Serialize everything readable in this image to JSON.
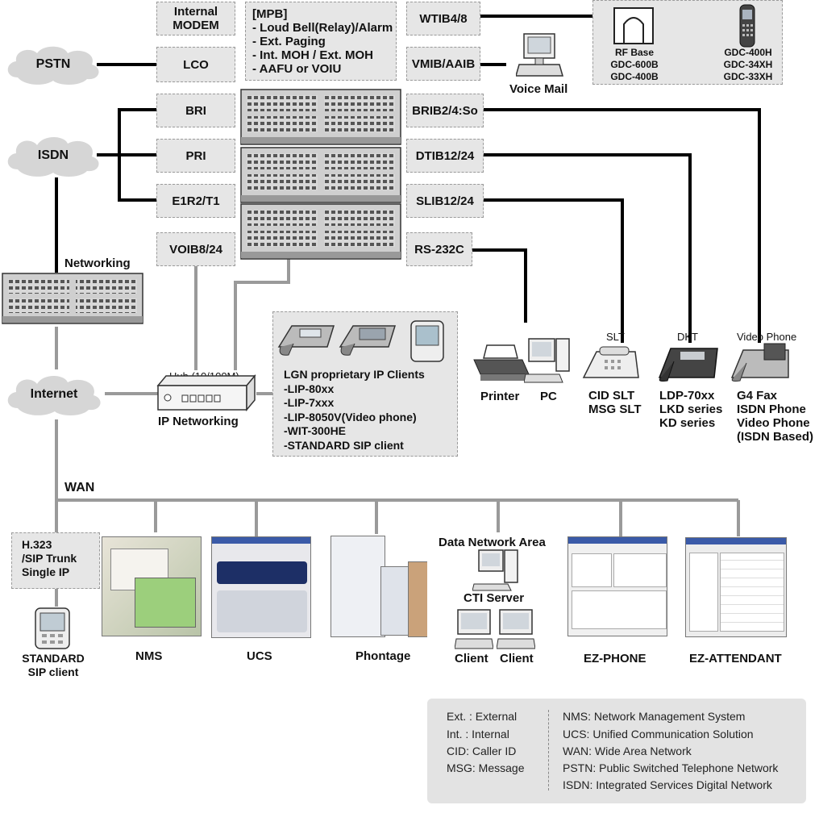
{
  "top": {
    "internal_modem": [
      "Internal",
      "MODEM"
    ],
    "mpb": [
      "[MPB]",
      "- Loud Bell(Relay)/Alarm",
      "- Ext. Paging",
      "- Int. MOH / Ext. MOH",
      "- AAFU or VOIU"
    ],
    "wtib": "WTIB4/8",
    "vmib": "VMIB/AAIB",
    "voice_mail": "Voice Mail",
    "dect": {
      "rf_base": [
        "RF Base",
        "GDC-600B",
        "GDC-400B"
      ],
      "handsets": [
        "GDC-400H",
        "GDC-34XH",
        "GDC-33XH"
      ]
    }
  },
  "clouds": {
    "pstn": "PSTN",
    "isdn": "ISDN",
    "internet": "Internet"
  },
  "left_cards": {
    "lco": "LCO",
    "bri": "BRI",
    "pri": "PRI",
    "e1r2": "E1R2/T1",
    "voib": "VOIB8/24"
  },
  "right_cards": {
    "brib": "BRIB2/4:So",
    "dtib": "DTIB12/24",
    "slib": "SLIB12/24",
    "rs232": "RS-232C"
  },
  "networking": "Networking",
  "hub": "Hub (10/100M)",
  "ip_networking": "IP Networking",
  "ip_clients": [
    "LGN proprietary IP Clients",
    "-LIP-80xx",
    "-LIP-7xxx",
    "-LIP-8050V(Video phone)",
    "-WIT-300HE",
    "-STANDARD SIP client"
  ],
  "terminals": {
    "slt_header": "SLT",
    "dkt_header": "DKT",
    "video_header": "Video Phone",
    "printer": "Printer",
    "pc": "PC",
    "slt": [
      "CID SLT",
      "MSG SLT"
    ],
    "dkt": [
      "LDP-70xx",
      "LKD series",
      "KD series"
    ],
    "video": [
      "G4 Fax",
      "ISDN Phone",
      "Video Phone",
      "(ISDN Based)"
    ]
  },
  "wan": "WAN",
  "h323": [
    "H.323",
    "/SIP Trunk",
    "Single IP"
  ],
  "standard_sip": [
    "STANDARD",
    "SIP client"
  ],
  "apps": {
    "nms": "NMS",
    "ucs": "UCS",
    "phontage": "Phontage",
    "ez_phone": "EZ-PHONE",
    "ez_attendant": "EZ-ATTENDANT"
  },
  "data_network": {
    "area": "Data Network Area",
    "cti": "CTI Server",
    "client1": "Client",
    "client2": "Client"
  },
  "legend": {
    "left": [
      "Ext. : External",
      "Int. : Internal",
      "CID: Caller ID",
      "MSG: Message"
    ],
    "right": [
      "NMS: Network Management System",
      "UCS: Unified Communication Solution",
      "WAN: Wide Area Network",
      "PSTN: Public Switched Telephone Network",
      "ISDN: Integrated Services Digital Network"
    ]
  }
}
